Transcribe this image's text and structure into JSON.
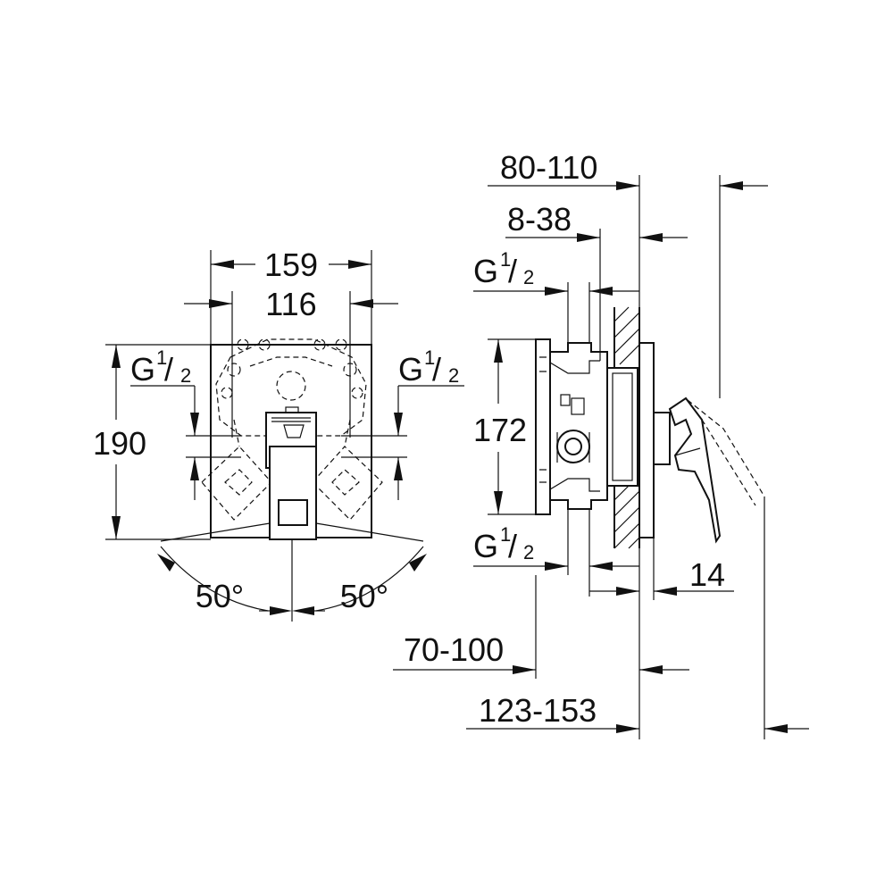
{
  "front_view": {
    "width_outer": "159",
    "width_inner": "116",
    "height": "190",
    "port_left": {
      "letter": "G",
      "num": "1",
      "slash": "/",
      "den": "2"
    },
    "port_right": {
      "letter": "G",
      "num": "1",
      "slash": "/",
      "den": "2"
    },
    "angle_left": "50°",
    "angle_right": "50°"
  },
  "side_view": {
    "depth_top": "80-110",
    "wall_range": "8-38",
    "port_top": {
      "letter": "G",
      "num": "1",
      "slash": "/",
      "den": "2"
    },
    "body_height": "172",
    "port_bottom": {
      "letter": "G",
      "num": "1",
      "slash": "/",
      "den": "2"
    },
    "plate_thickness": "14",
    "depth_lower": "70-100",
    "depth_total": "123-153"
  }
}
